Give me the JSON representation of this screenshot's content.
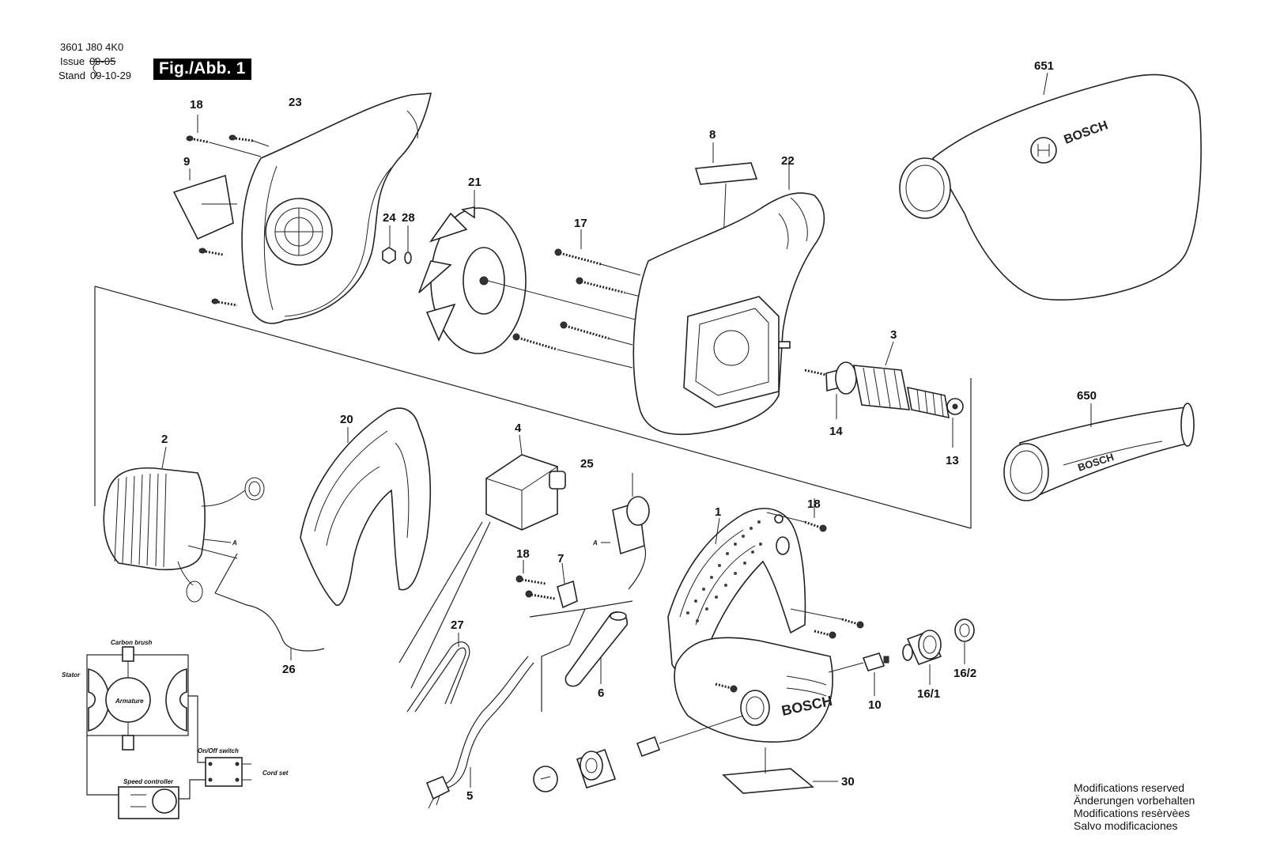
{
  "header": {
    "doc_number": "3601 J80 4K0",
    "issue_label": "Issue",
    "issue_value": "09-05",
    "stand_label": "Stand",
    "stand_value": "09-10-29",
    "figure_label": "Fig./Abb. 1"
  },
  "callouts": [
    {
      "id": "651",
      "text": "651"
    },
    {
      "id": "18a",
      "text": "18"
    },
    {
      "id": "23",
      "text": "23"
    },
    {
      "id": "9",
      "text": "9"
    },
    {
      "id": "8",
      "text": "8"
    },
    {
      "id": "22",
      "text": "22"
    },
    {
      "id": "21",
      "text": "21"
    },
    {
      "id": "24",
      "text": "24"
    },
    {
      "id": "28",
      "text": "28"
    },
    {
      "id": "17",
      "text": "17"
    },
    {
      "id": "3",
      "text": "3"
    },
    {
      "id": "14",
      "text": "14"
    },
    {
      "id": "13",
      "text": "13"
    },
    {
      "id": "650",
      "text": "650"
    },
    {
      "id": "2",
      "text": "2"
    },
    {
      "id": "20",
      "text": "20"
    },
    {
      "id": "4",
      "text": "4"
    },
    {
      "id": "25",
      "text": "25"
    },
    {
      "id": "18b",
      "text": "18"
    },
    {
      "id": "1",
      "text": "1"
    },
    {
      "id": "18c",
      "text": "18"
    },
    {
      "id": "7",
      "text": "7"
    },
    {
      "id": "27",
      "text": "27"
    },
    {
      "id": "26",
      "text": "26"
    },
    {
      "id": "6",
      "text": "6"
    },
    {
      "id": "10",
      "text": "10"
    },
    {
      "id": "16_1",
      "text": "16/1"
    },
    {
      "id": "16_2",
      "text": "16/2"
    },
    {
      "id": "5",
      "text": "5"
    },
    {
      "id": "30",
      "text": "30"
    }
  ],
  "brand": {
    "name": "BOSCH"
  },
  "schematic": {
    "carbon_brush": "Carbon brush",
    "stator": "Stator",
    "armature": "Armature",
    "on_off_switch": "On/Off switch",
    "cord_set": "Cord set",
    "speed_controller": "Speed controller",
    "terminal_a": "A"
  },
  "footer": {
    "lines": [
      "Modifications reserved",
      "Änderungen vorbehalten",
      "Modifications resèrvèes",
      "Salvo modificaciones"
    ]
  }
}
